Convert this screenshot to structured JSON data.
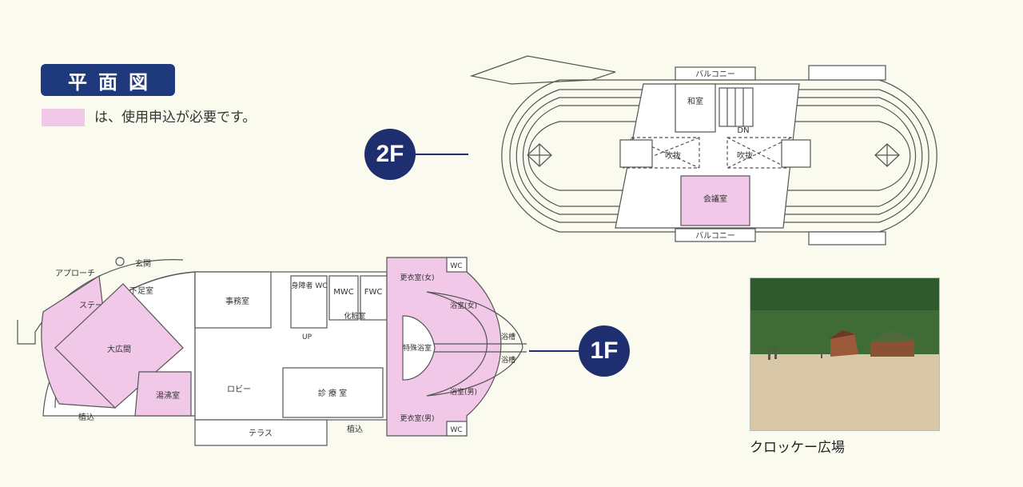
{
  "title": "平面図",
  "legend": {
    "text": "は、使用申込が必要です。",
    "color": "#f2c8e8"
  },
  "floors": {
    "second": "2F",
    "first": "1F"
  },
  "second_floor_rooms": {
    "balcony_top": "バルコニー",
    "washitsu": "和室",
    "dn": "DN",
    "fukinuke_left": "吹抜",
    "fukinuke_right": "吹抜",
    "kaigishitsu": "会議室",
    "balcony_bottom": "バルコニー"
  },
  "first_floor_rooms": {
    "approach": "アプローチ",
    "genkan": "玄関",
    "gesoku": "下足室",
    "stage": "ステージ",
    "daihiroma": "大広間",
    "yudokoro": "湯沸室",
    "uekomi_left": "植込",
    "jimushitsu": "事務室",
    "shogaisha_wc": "身障者\nWC",
    "mwc": "MWC",
    "fwc": "FWC",
    "keshoshitsu": "化粧室",
    "up": "UP",
    "lobby": "ロビー",
    "shinryoshitsu": "診 療 室",
    "terrace": "テラス",
    "uekomi_right": "植込",
    "koishitsu_women": "更衣室(女)",
    "wc_top": "WC",
    "yokushitsu_women": "浴室(女)",
    "tokushu_yokushitsu": "特殊浴室",
    "yokuso_top": "浴槽",
    "yokuso_bottom": "浴槽",
    "yokushitsu_men": "浴室(男)",
    "koishitsu_men": "更衣室(男)",
    "wc_bottom": "WC"
  },
  "photo": {
    "caption": "クロッケー広場"
  },
  "colors": {
    "accent": "#1f3a7c",
    "room_highlight": "#f2c8e8",
    "background": "#fbfaef"
  }
}
